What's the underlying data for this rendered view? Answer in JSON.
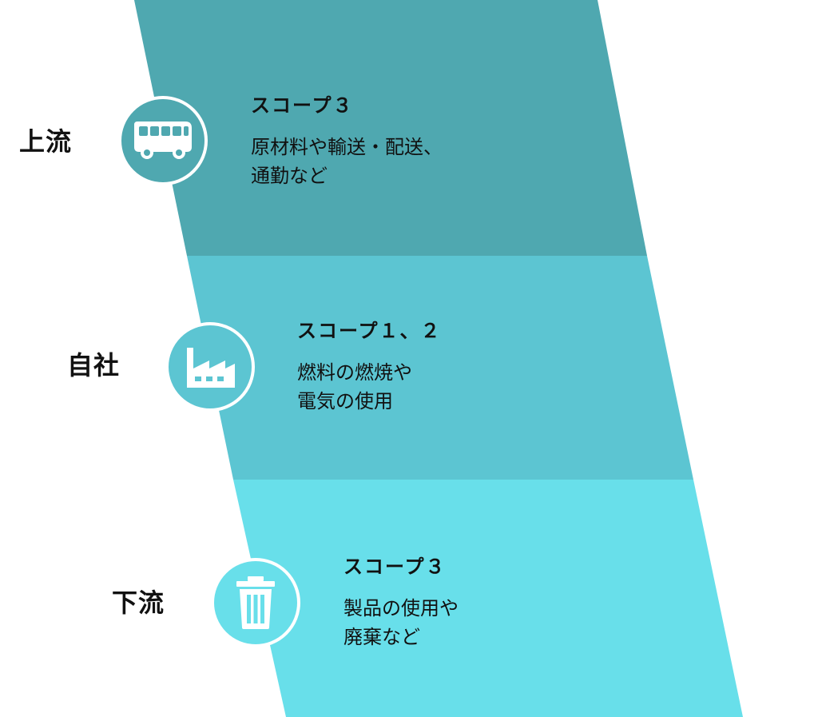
{
  "colors": {
    "upstream_band": "#4fa8b0",
    "own_band": "#5cc5d2",
    "downstream_band": "#68dfea",
    "icon_stroke": "#ffffff"
  },
  "stages": [
    {
      "label": "上流",
      "icon": "bus-icon",
      "scope_title": "スコープ３",
      "description": [
        "原材料や輸送・配送、",
        "通勤など"
      ]
    },
    {
      "label": "自社",
      "icon": "factory-icon",
      "scope_title": "スコープ１、２",
      "description": [
        "燃料の燃焼や",
        "電気の使用"
      ]
    },
    {
      "label": "下流",
      "icon": "trash-can-icon",
      "scope_title": "スコープ３",
      "description": [
        "製品の使用や",
        "廃棄など"
      ]
    }
  ]
}
